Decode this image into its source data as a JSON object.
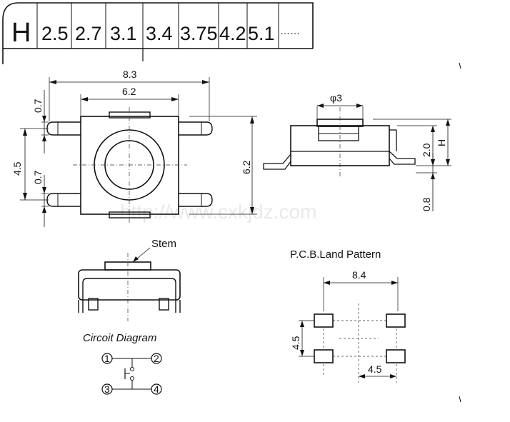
{
  "height_table": {
    "header": "H",
    "values": [
      "2.5",
      "2.7",
      "3.1",
      "3.4",
      "3.75",
      "4.2",
      "5.1",
      "……"
    ]
  },
  "watermark": "http://www.cxkjdz.com",
  "top_view": {
    "dim_overall_width": "8.3",
    "dim_body_width": "6.2",
    "dim_lead_width_top": "0.7",
    "dim_lead_pitch": "4.5",
    "dim_lead_width_bottom": "0.7",
    "dim_body_height": "6.2"
  },
  "side_view": {
    "dim_stem_diameter": "φ3",
    "dim_body_height": "2.0",
    "dim_h": "H",
    "dim_lead_thickness": "0.8"
  },
  "front_view": {
    "stem_label": "Stem"
  },
  "circuit": {
    "title": "Circoit Diagram",
    "pins": [
      "1",
      "2",
      "3",
      "4"
    ]
  },
  "pcb": {
    "title": "P.C.B.Land Pattern",
    "dim_pad_span": "8.4",
    "dim_vertical_pitch": "4.5",
    "dim_horizontal_pitch": "4.5"
  }
}
